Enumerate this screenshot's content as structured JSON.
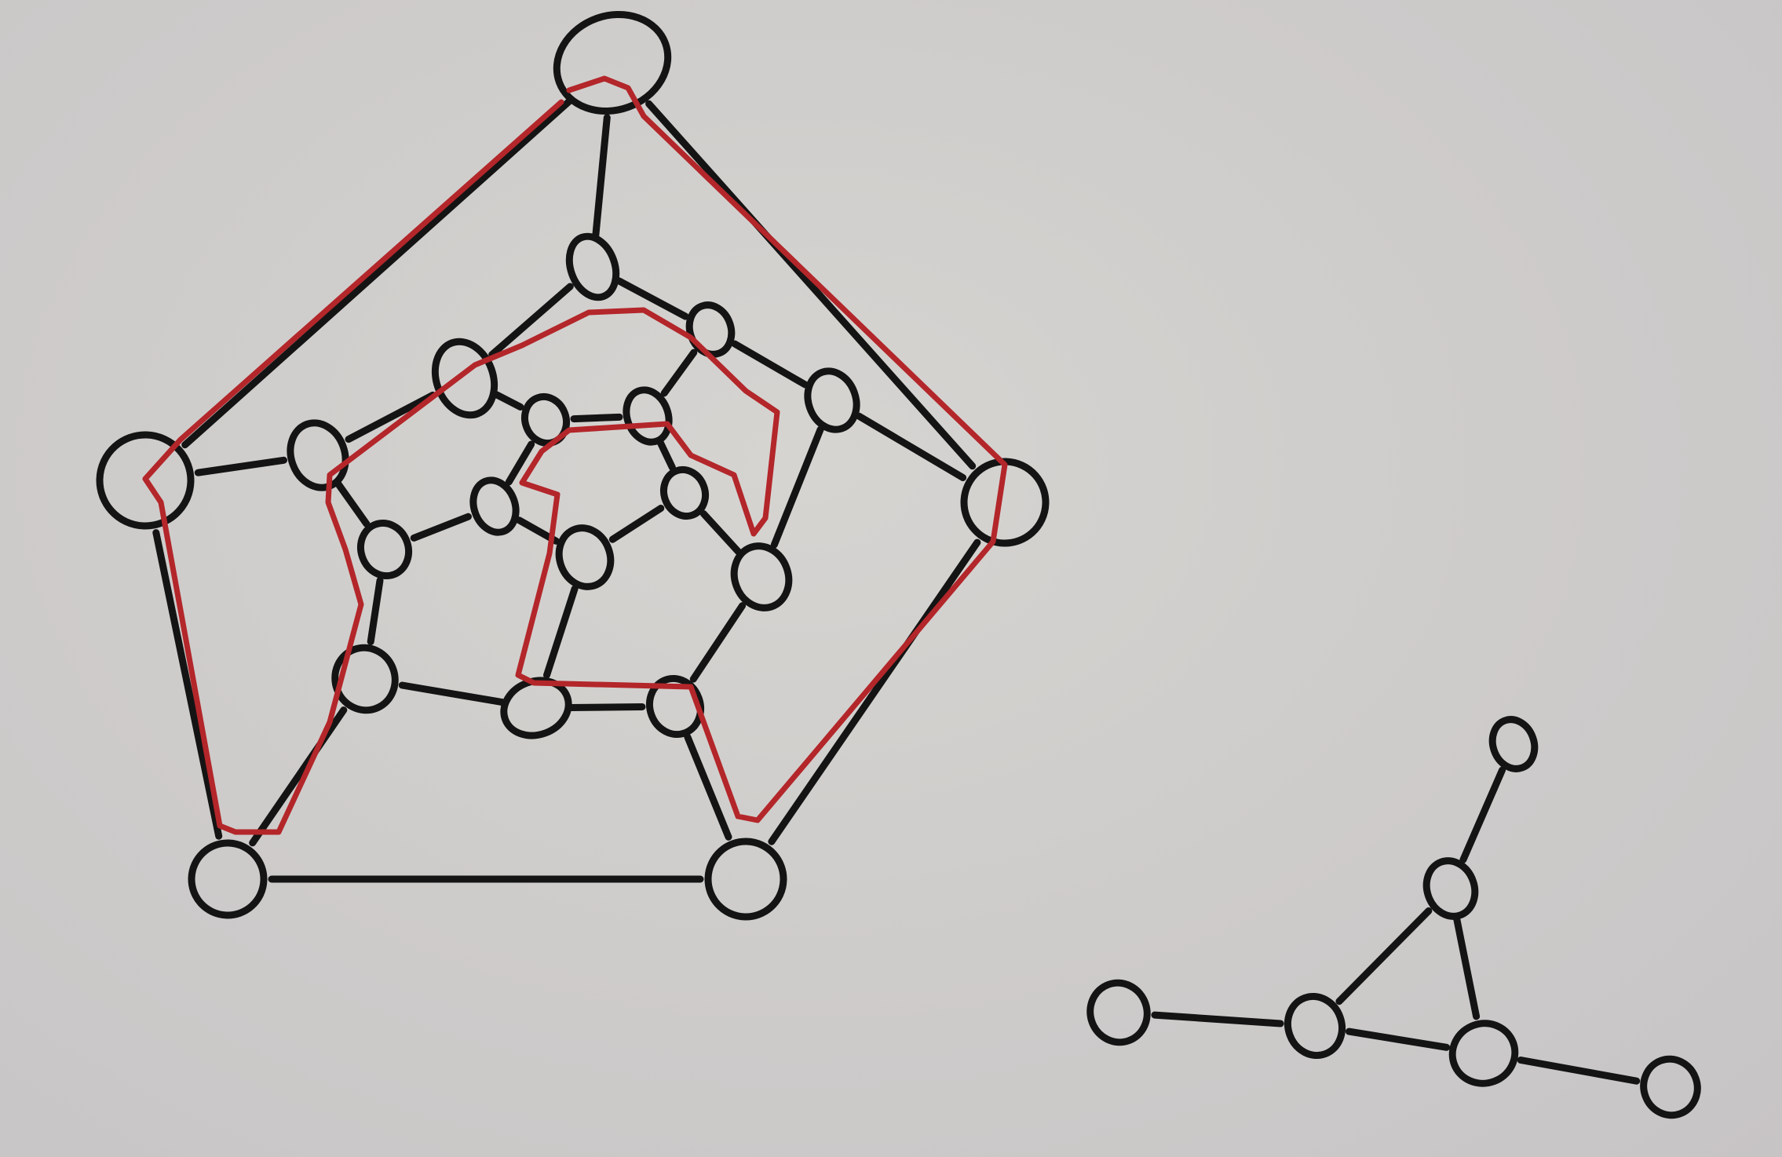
{
  "diagram": {
    "ink_color": "#141414",
    "highlight_color": "#b3262a",
    "background_color": "#d1cfcc"
  },
  "graphs": [
    {
      "id": "dodecahedron-graph",
      "node_count": 20,
      "edge_count": 30,
      "highlighted_path": "hamiltonian-cycle"
    },
    {
      "id": "triangle-with-pendants-graph",
      "node_count": 6,
      "edge_count": 6
    }
  ]
}
